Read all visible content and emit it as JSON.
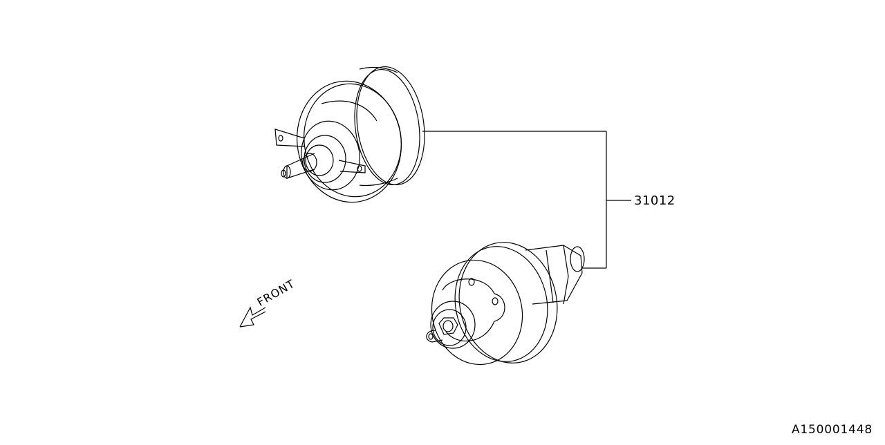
{
  "diagram": {
    "type": "parts-diagram",
    "callouts": [
      {
        "part_number": "31012",
        "refers_to": [
          "upper-component",
          "lower-component"
        ]
      }
    ],
    "orientation_label": "FRONT",
    "diagram_id": "A150001448",
    "colors": {
      "line": "#000000",
      "background": "#ffffff"
    }
  }
}
